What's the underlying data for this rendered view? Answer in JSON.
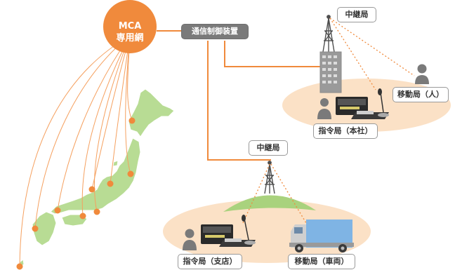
{
  "network": {
    "line1": "MCA",
    "line2": "専用網"
  },
  "controller": {
    "label": "通信制御装置"
  },
  "relay_top": {
    "label": "中継局"
  },
  "relay_bottom": {
    "label": "中継局"
  },
  "mobile_person": {
    "label": "移動局（人）"
  },
  "dispatch_hq": {
    "label": "指令局（本社）"
  },
  "dispatch_branch": {
    "label": "指令局（支店）"
  },
  "mobile_vehicle": {
    "label": "移動局（車両）"
  },
  "colors": {
    "orange": "#f08a3c",
    "orange_line": "#f5a05f",
    "map_green": "#b8dc94",
    "zone": "#fbe1c6",
    "hill": "#a9d27d",
    "gray": "#7a7a7a",
    "dark": "#4f4f4f",
    "truck_blue": "#7fb4e4"
  }
}
